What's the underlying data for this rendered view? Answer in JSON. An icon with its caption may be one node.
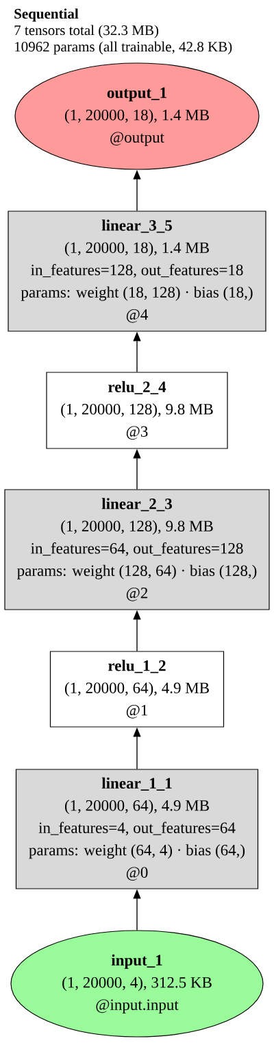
{
  "diagram": {
    "title": "Sequential",
    "nodes": [
      {
        "text": [
          "output_1",
          "(1, 20000, 18), 1.4 MB",
          "@output"
        ]
      },
      {
        "text": [
          "linear_3_5",
          "(1, 20000, 18), 1.4 MB",
          "in_features=128, out_features=18",
          "params: weight (18, 128) · bias (18,)",
          "@4"
        ]
      },
      {
        "text": [
          "relu_2_4",
          "(1, 20000, 128), 9.8 MB",
          "@3"
        ]
      },
      {
        "text": [
          "linear_2_3",
          "(1, 20000, 128), 9.8 MB",
          "in_features=64, out_features=128",
          "params: weight (128, 64) · bias (128,)",
          "@2"
        ]
      },
      {
        "text": [
          "relu_1_2",
          "(1, 20000, 64), 4.9 MB",
          "@1"
        ]
      },
      {
        "text": [
          "linear_1_1",
          "(1, 20000, 64), 4.9 MB",
          "in_features=4, out_features=64",
          "params: weight (64, 4) · bias (64,)",
          "@0"
        ]
      },
      {
        "text": [
          "input_1",
          "(1, 20000, 4), 312.5 KB",
          "@input.input"
        ]
      }
    ],
    "edges": [
      {
        "from": 6,
        "to": 5,
        "arrow": "to"
      },
      {
        "from": 5,
        "to": 4,
        "arrow": "to"
      },
      {
        "from": 4,
        "to": 3,
        "arrow": "to"
      },
      {
        "from": 3,
        "to": 2,
        "arrow": "to"
      },
      {
        "from": 2,
        "to": 1,
        "arrow": "to"
      },
      {
        "from": 1,
        "to": 0,
        "arrow": "to"
      }
    ],
    "labels": [
      "7 tensors total (32.3 MB)",
      "10962 params (all trainable, 42.8 KB)"
    ]
  }
}
